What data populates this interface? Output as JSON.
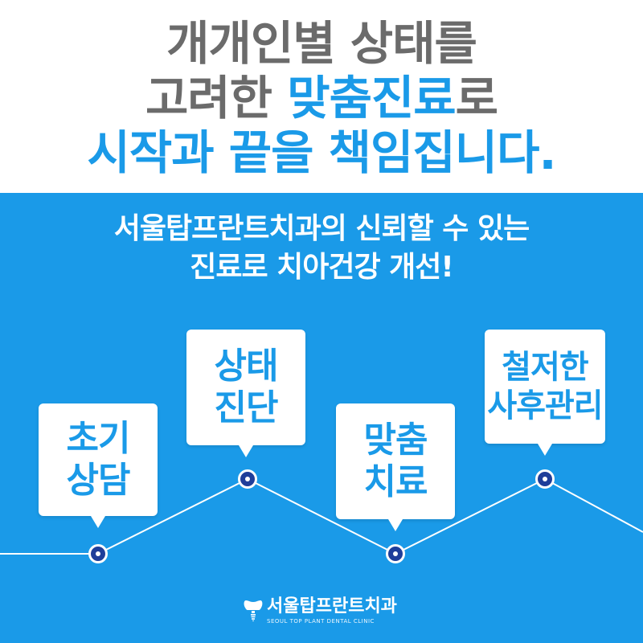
{
  "headline": {
    "line1": "개개인별 상태를",
    "line2_part1": "고려한 ",
    "line2_accent": "맞춤진료",
    "line2_part2": "로",
    "line3": "시작과 끝을 책임집니다."
  },
  "subheadline": {
    "line1": "서울탑프란트치과의 신뢰할 수 있는",
    "line2": "진료로 치아건강 개선!"
  },
  "steps": [
    {
      "line1": "초기",
      "line2": "상담"
    },
    {
      "line1": "상태",
      "line2": "진단"
    },
    {
      "line1": "맞춤",
      "line2": "치료"
    },
    {
      "line1": "철저한",
      "line2": "사후관리"
    }
  ],
  "logo": {
    "name": "서울탑프란트치과",
    "subtitle": "SEOUL TOP PLANT DENTAL CLINIC",
    "icon": "tooth-implant-icon"
  },
  "colors": {
    "brand_blue": "#1a9ae8",
    "headline_gray": "#6b6b6b",
    "dot_navy": "#1f3e9a",
    "white": "#ffffff"
  }
}
